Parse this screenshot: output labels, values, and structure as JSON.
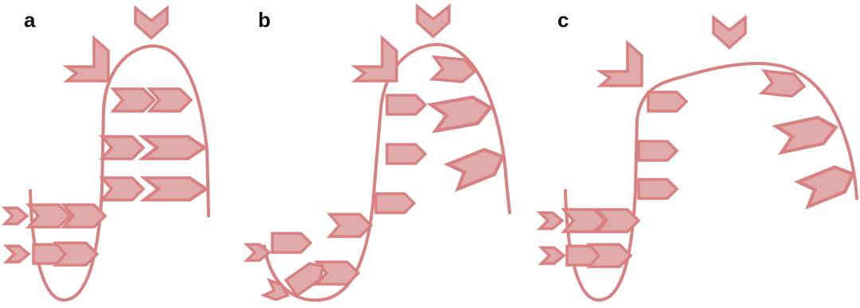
{
  "colors": {
    "stroke": "#d98080",
    "fill": "#e0aaaa",
    "label": "#111111"
  },
  "panels": [
    {
      "id": "a",
      "label": "a"
    },
    {
      "id": "b",
      "label": "b"
    },
    {
      "id": "c",
      "label": "c"
    }
  ]
}
